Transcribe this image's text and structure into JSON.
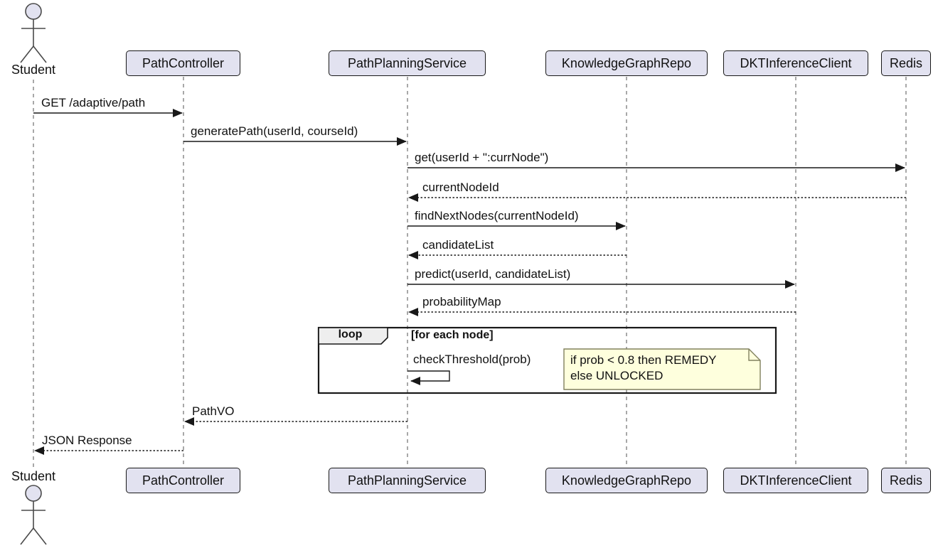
{
  "diagram": {
    "kind": "uml-sequence-diagram",
    "participants": [
      {
        "name": "Student",
        "type": "actor"
      },
      {
        "name": "PathController",
        "type": "participant"
      },
      {
        "name": "PathPlanningService",
        "type": "participant"
      },
      {
        "name": "KnowledgeGraphRepo",
        "type": "participant"
      },
      {
        "name": "DKTInferenceClient",
        "type": "participant"
      },
      {
        "name": "Redis",
        "type": "participant"
      }
    ],
    "messages": [
      {
        "label": "GET /adaptive/path",
        "from": "Student",
        "to": "PathController",
        "line": "solid"
      },
      {
        "label": "generatePath(userId, courseId)",
        "from": "PathController",
        "to": "PathPlanningService",
        "line": "solid"
      },
      {
        "label": "get(userId + \":currNode\")",
        "from": "PathPlanningService",
        "to": "Redis",
        "line": "solid"
      },
      {
        "label": "currentNodeId",
        "from": "Redis",
        "to": "PathPlanningService",
        "line": "dashed"
      },
      {
        "label": "findNextNodes(currentNodeId)",
        "from": "PathPlanningService",
        "to": "KnowledgeGraphRepo",
        "line": "solid"
      },
      {
        "label": "candidateList",
        "from": "KnowledgeGraphRepo",
        "to": "PathPlanningService",
        "line": "dashed"
      },
      {
        "label": "predict(userId, candidateList)",
        "from": "PathPlanningService",
        "to": "DKTInferenceClient",
        "line": "solid"
      },
      {
        "label": "probabilityMap",
        "from": "DKTInferenceClient",
        "to": "PathPlanningService",
        "line": "dashed"
      },
      {
        "label": "checkThreshold(prob)",
        "from": "PathPlanningService",
        "to": "PathPlanningService",
        "line": "solid-self"
      },
      {
        "label": "PathVO",
        "from": "PathPlanningService",
        "to": "PathController",
        "line": "dashed"
      },
      {
        "label": "JSON Response",
        "from": "PathController",
        "to": "Student",
        "line": "dashed"
      }
    ],
    "fragment": {
      "operator": "loop",
      "guard": "[for each node]"
    },
    "note": {
      "lines": [
        "if prob < 0.8 then REMEDY",
        "else UNLOCKED"
      ]
    },
    "colors": {
      "background": "#FFFFFF",
      "participant_fill": "#E2E2F0",
      "participant_border": "#181818",
      "lifeline": "#7A7A7A",
      "arrow": "#181818",
      "fragment_border": "#181818",
      "fragment_tab_fill": "#EEEEEE",
      "note_fill": "#FEFFDD",
      "note_border": "#81815E"
    }
  }
}
